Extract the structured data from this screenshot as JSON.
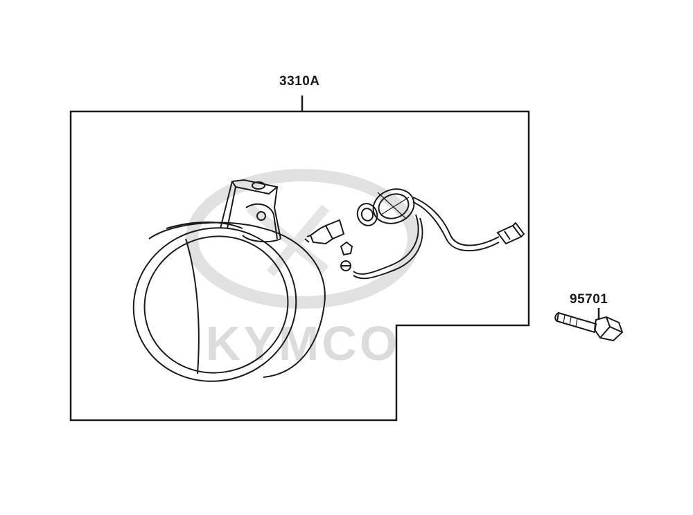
{
  "labels": {
    "assembly": "3310A",
    "bolt": "95701"
  },
  "watermark": {
    "text": "KYMCO",
    "color": "#d9d9d9"
  },
  "colors": {
    "ink": "#1a1a1a",
    "background": "#ffffff"
  }
}
